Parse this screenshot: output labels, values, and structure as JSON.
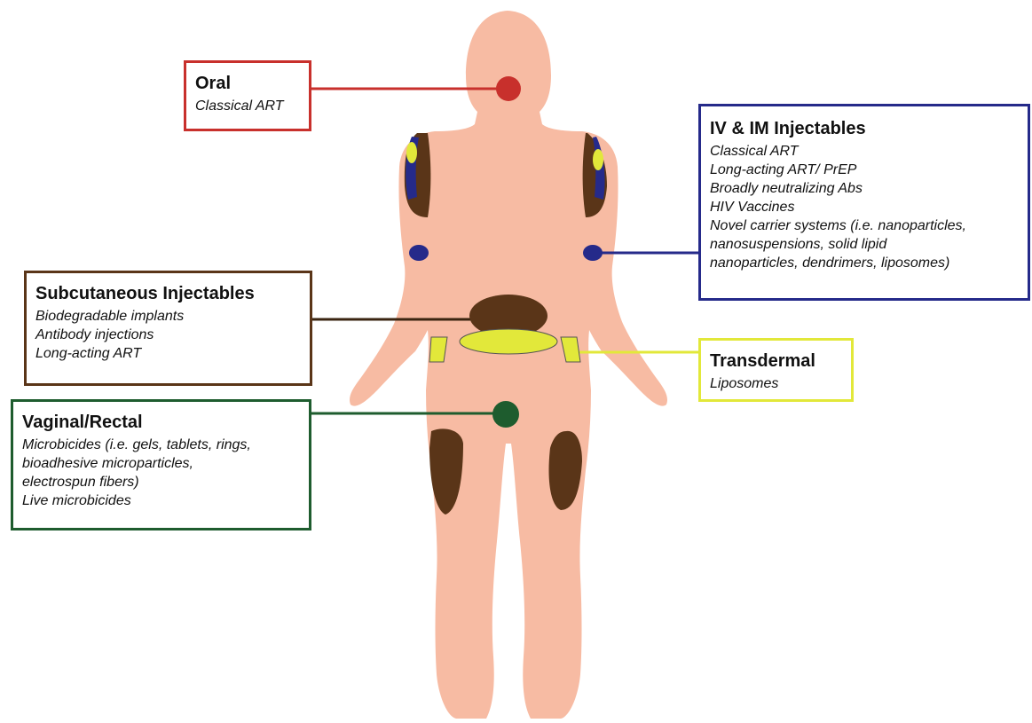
{
  "colors": {
    "skin": "#f7bba3",
    "oral": "#c8302c",
    "iv_im": "#252a8a",
    "subcutaneous": "#5a3518",
    "transdermal": "#e2e83a",
    "vaginal_rectal": "#1e5c2e"
  },
  "routes": {
    "oral": {
      "title": "Oral",
      "items": [
        "Classical ART"
      ]
    },
    "iv_im": {
      "title": "IV & IM Injectables",
      "items": [
        "Classical ART",
        "Long-acting ART/ PrEP",
        "Broadly neutralizing Abs",
        "HIV Vaccines",
        "Novel carrier systems (i.e. nanoparticles,",
        "nanosuspensions, solid lipid",
        "nanoparticles, dendrimers, liposomes)"
      ]
    },
    "subcutaneous": {
      "title": "Subcutaneous Injectables",
      "items": [
        "Biodegradable implants",
        "Antibody injections",
        "Long-acting ART"
      ]
    },
    "transdermal": {
      "title": "Transdermal",
      "items": [
        "Liposomes"
      ]
    },
    "vaginal_rectal": {
      "title": "Vaginal/Rectal",
      "items": [
        "Microbicides (i.e. gels, tablets, rings,",
        "bioadhesive microparticles,",
        "electrospun fibers)",
        "Live microbicides"
      ]
    }
  }
}
